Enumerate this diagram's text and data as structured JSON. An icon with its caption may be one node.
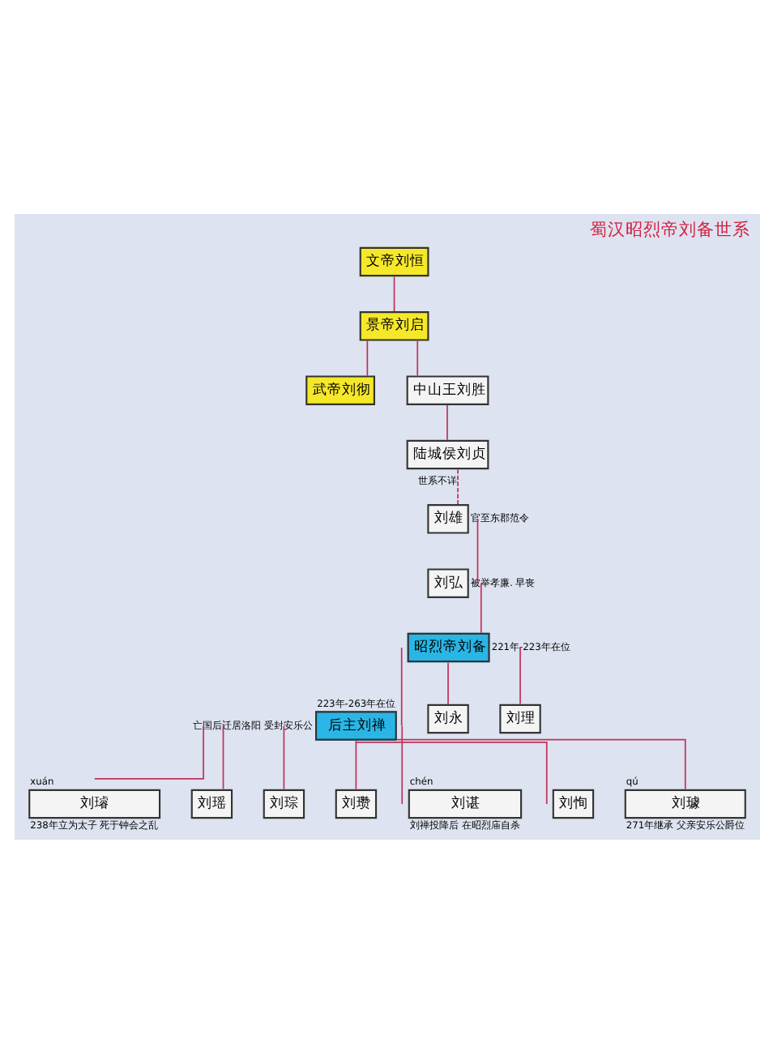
{
  "diagram": {
    "title": "蜀汉昭烈帝刘备世系",
    "nodes": [
      {
        "text": [
          "文帝刘恒"
        ]
      },
      {
        "text": [
          "景帝刘启"
        ]
      },
      {
        "text": [
          "武帝刘彻"
        ]
      },
      {
        "text": [
          "中山王刘胜"
        ]
      },
      {
        "text": [
          "陆城侯刘贞"
        ]
      },
      {
        "text": [
          "刘雄"
        ],
        "beside": [
          "官至东郡范令"
        ]
      },
      {
        "text": [
          "刘弘"
        ],
        "beside": [
          "被举孝廉. 早丧"
        ]
      },
      {
        "text": [
          "昭烈帝刘备"
        ],
        "beside": [
          "221年-223年在位"
        ]
      },
      {
        "text": [
          "后主刘禅"
        ],
        "beside": [
          "223年-263年在位",
          "亡国后迁居洛阳 受封安乐公"
        ]
      },
      {
        "text": [
          "刘永"
        ]
      },
      {
        "text": [
          "刘理"
        ]
      },
      {
        "text": [
          "刘璿"
        ],
        "beside": [
          "xuán",
          "238年立为太子 死于钟会之乱"
        ]
      },
      {
        "text": [
          "刘瑶"
        ]
      },
      {
        "text": [
          "刘琮"
        ]
      },
      {
        "text": [
          "刘瓒"
        ]
      },
      {
        "text": [
          "刘谌"
        ],
        "beside": [
          "chén",
          "刘禅投降后 在昭烈庙自杀"
        ]
      },
      {
        "text": [
          "刘恂"
        ]
      },
      {
        "text": [
          "刘璩"
        ],
        "beside": [
          "qú",
          "271年继承 父亲安乐公爵位"
        ]
      }
    ],
    "edges": [
      {
        "from": 0,
        "to": 1,
        "arrow": "none"
      },
      {
        "from": 1,
        "to": 2,
        "arrow": "none"
      },
      {
        "from": 1,
        "to": 3,
        "arrow": "none"
      },
      {
        "from": 3,
        "to": 4,
        "arrow": "none"
      },
      {
        "from": 4,
        "to": 5,
        "arrow": "none",
        "style": "dashed",
        "label": "世系不详"
      },
      {
        "from": 5,
        "to": 6,
        "arrow": "none"
      },
      {
        "from": 6,
        "to": 7,
        "arrow": "none"
      },
      {
        "from": 7,
        "to": 8,
        "arrow": "none"
      },
      {
        "from": 7,
        "to": 9,
        "arrow": "none"
      },
      {
        "from": 7,
        "to": 10,
        "arrow": "none"
      },
      {
        "from": 8,
        "to": 11,
        "arrow": "none"
      },
      {
        "from": 8,
        "to": 12,
        "arrow": "none"
      },
      {
        "from": 8,
        "to": 13,
        "arrow": "none"
      },
      {
        "from": 8,
        "to": 14,
        "arrow": "none"
      },
      {
        "from": 8,
        "to": 15,
        "arrow": "none"
      },
      {
        "from": 8,
        "to": 16,
        "arrow": "none"
      },
      {
        "from": 8,
        "to": 17,
        "arrow": "none"
      }
    ]
  }
}
